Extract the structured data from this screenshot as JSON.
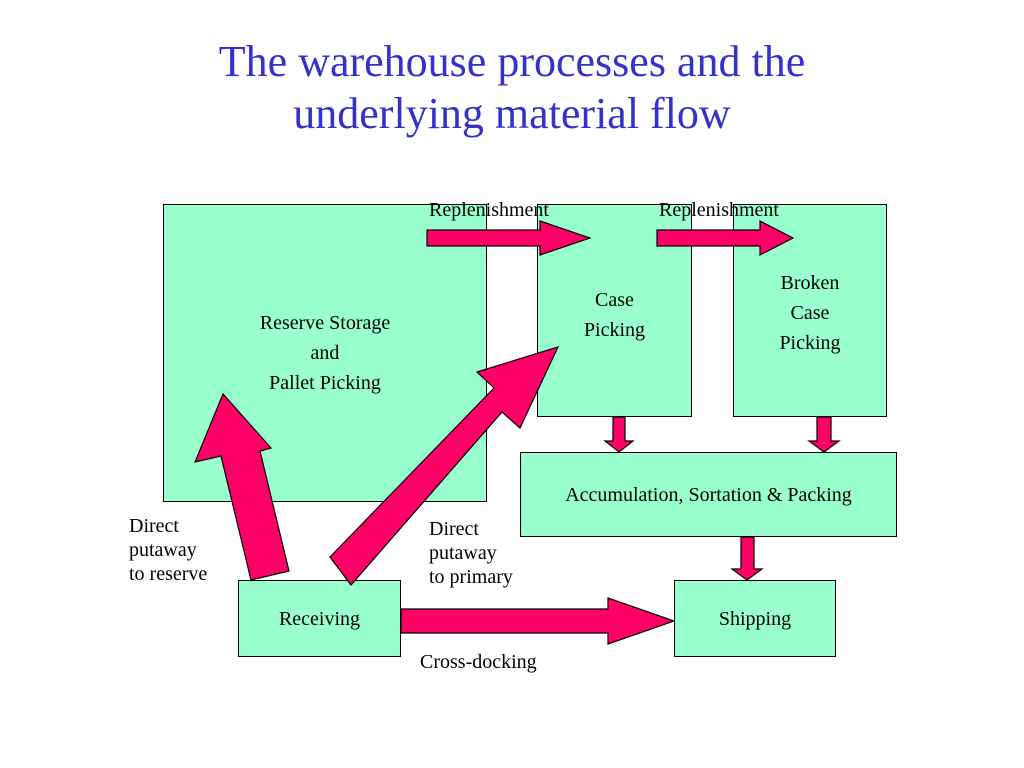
{
  "title": {
    "line1": "The warehouse processes and the",
    "line2": "underlying material flow"
  },
  "colors": {
    "title": "#3333cc",
    "box_fill": "#99ffcc",
    "arrow_fill": "#ff0066",
    "outline": "#000000"
  },
  "nodes": {
    "reserve": [
      "Reserve Storage",
      "and",
      "Pallet Picking"
    ],
    "case": [
      "Case",
      "Picking"
    ],
    "broken": [
      "Broken",
      "Case",
      "Picking"
    ],
    "accumulation": "Accumulation, Sortation & Packing",
    "receiving": "Receiving",
    "shipping": "Shipping"
  },
  "labels": {
    "replenishment_1": "Replenishment",
    "replenishment_2": "Replenishment",
    "direct_reserve": [
      "Direct",
      "putaway",
      "to reserve"
    ],
    "direct_primary": [
      "Direct",
      "putaway",
      "to primary"
    ],
    "cross_docking": "Cross-docking"
  }
}
